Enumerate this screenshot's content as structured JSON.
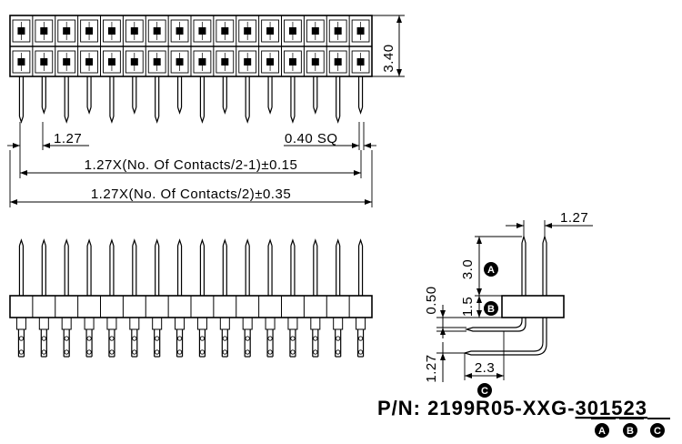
{
  "top_view": {
    "pitch_label": "1.27",
    "pin_size_label": "0.40 SQ",
    "height_label": "3.40",
    "row_span_label": "1.27X(No. Of Contacts/2-1)±0.15",
    "body_length_label": "1.27X(No. Of Contacts/2)±0.35",
    "pins_per_row": 16
  },
  "front_view": {
    "pins_per_row": 16
  },
  "side_view": {
    "pitch_label": "1.27",
    "mating_length_label": "3.0",
    "insulator_height_label": "1.5",
    "offset_label": "0.50",
    "tail_length_label": "2.3",
    "bottom_pitch_label": "1.27",
    "callouts": {
      "a": "A",
      "b": "B",
      "c": "C"
    }
  },
  "part_number": {
    "prefix": "P/N: 2199R05-XXG-",
    "code_a": "30",
    "code_b": "15",
    "code_c": "23",
    "callouts": {
      "a": "A",
      "b": "B",
      "c": "C"
    }
  },
  "colors": {
    "ink": "#000000",
    "paper": "#ffffff"
  }
}
